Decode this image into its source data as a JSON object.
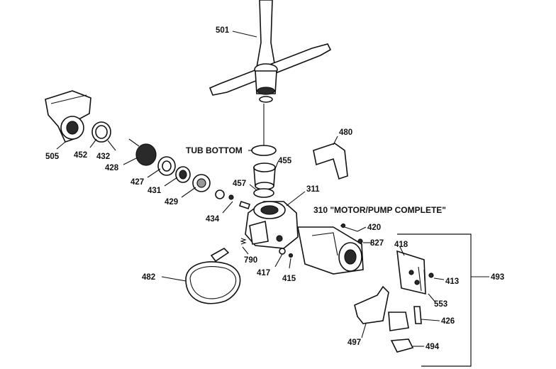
{
  "labels": {
    "l501": "501",
    "l505": "505",
    "l452": "452",
    "l432": "432",
    "l428": "428",
    "l427": "427",
    "l431": "431",
    "l429": "429",
    "l434": "434",
    "l482": "482",
    "l790": "790",
    "l417": "417",
    "l415": "415",
    "l457": "457",
    "l455": "455",
    "l311": "311",
    "l480": "480",
    "l420": "420",
    "l827": "827",
    "l418": "418",
    "l413": "413",
    "l553": "553",
    "l426": "426",
    "l493": "493",
    "l497": "497",
    "l494": "494",
    "tub_bottom": "TUB BOTTOM",
    "motor_pump": "310 \"MOTOR/PUMP COMPLETE\""
  }
}
